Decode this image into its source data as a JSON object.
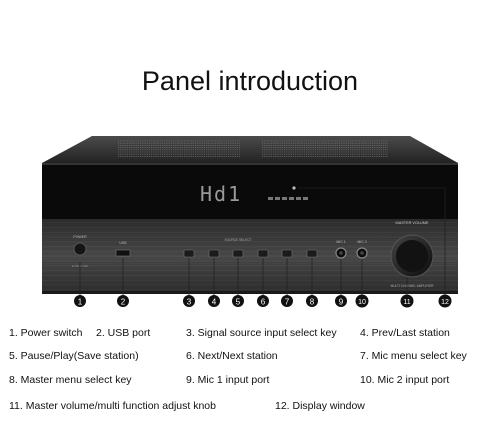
{
  "title": "Panel introduction",
  "display_text": "Hd1",
  "front_labels": {
    "power": "POWER",
    "usb": "USB",
    "source_keys": "SOURCE SELECT",
    "master_volume": "MASTER VOLUME",
    "mic1": "MIC 1",
    "mic2": "MIC 2",
    "model": "MULTI CHANNEL AMPLIFIER"
  },
  "markers": [
    "1",
    "2",
    "3",
    "4",
    "5",
    "6",
    "7",
    "8",
    "9",
    "10",
    "11",
    "12"
  ],
  "legend": [
    "1. Power switch",
    "2. USB port",
    "3. Signal source input select key",
    "4. Prev/Last station",
    "5. Pause/Play(Save station)",
    "6. Next/Next station",
    "7. Mic menu select key",
    "8. Master menu select key",
    "9. Mic 1 input port",
    "10. Mic 2 input port",
    "11. Master volume/multi function adjust knob",
    "12. Display window"
  ],
  "colors": {
    "chassis": "#1a1a1a",
    "faceplate": "#3a3a3a",
    "display_glow": "#9a9a9a",
    "marker_fill": "#111111",
    "marker_text": "#ffffff"
  }
}
